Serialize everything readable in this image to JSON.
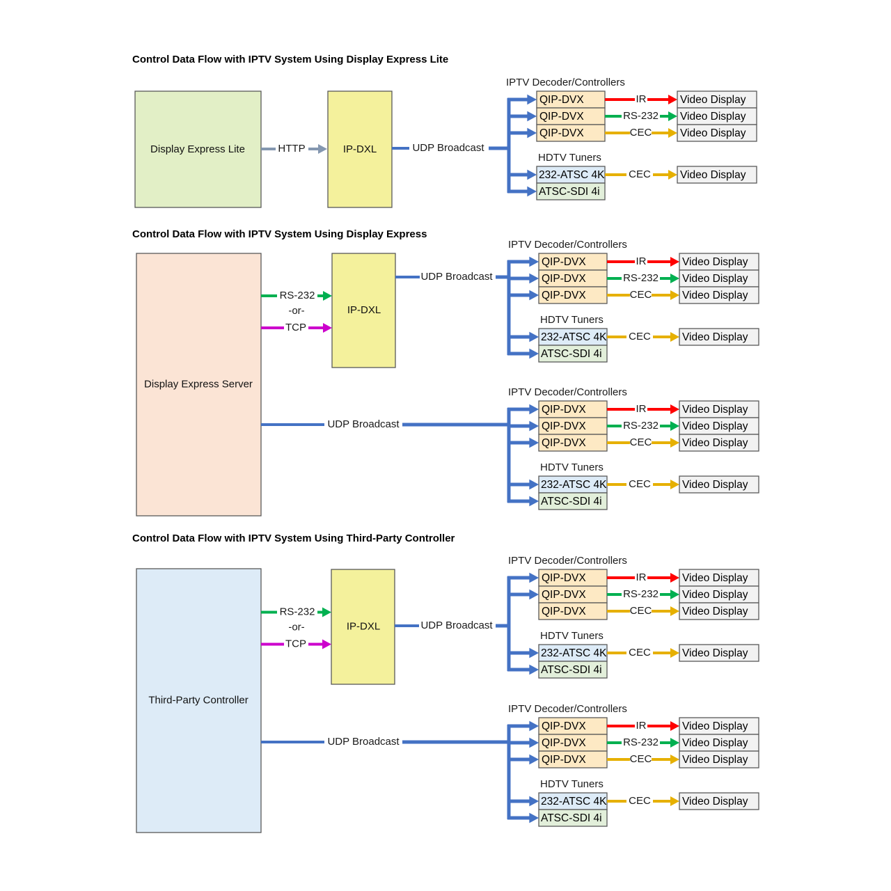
{
  "colors": {
    "udp": "#4472C4",
    "http": "#8497B0",
    "ir": "#FF0000",
    "rs232": "#00B050",
    "cec": "#E6B000",
    "tcp": "#CC00CC",
    "border": "#595959",
    "ipdxl_fill": "#F4F19C",
    "qip_fill": "#FDE9C4",
    "atsc4k_fill": "#DDEBF7",
    "atscsdi_fill": "#E2EFDA",
    "display_fill": "#F2F2F2",
    "lite_fill": "#E2EFC6",
    "server_fill": "#FBE4D5",
    "thirdparty_fill": "#DDEBF7"
  },
  "common": {
    "decoder_group_label": "IPTV Decoder/Controllers",
    "tuner_group_label": "HDTV Tuners",
    "decoder_name": "QIP-DVX",
    "tuner_4k": "232-ATSC 4K",
    "tuner_sdi": "ATSC-SDI 4i",
    "display_name": "Video Display",
    "ir_label": "IR",
    "rs232_label": "RS-232",
    "cec_label": "CEC",
    "udp_label": "UDP Broadcast",
    "or_label": "-or-",
    "tcp_label": "TCP",
    "http_label": "HTTP",
    "ipdxl_label": "IP-DXL"
  },
  "sections": [
    {
      "title": "Control Data Flow with IPTV System Using Display Express Lite",
      "source_label": "Display Express Lite",
      "source_link": "HTTP",
      "has_direct_udp": false
    },
    {
      "title": "Control Data Flow with IPTV System Using Display Express",
      "source_label": "Display Express Server",
      "source_link": "RS-232 -or- TCP",
      "has_direct_udp": true
    },
    {
      "title": "Control Data Flow with IPTV System Using Third-Party Controller",
      "source_label": "Third-Party Controller",
      "source_link": "RS-232 -or- TCP",
      "has_direct_udp": true
    }
  ],
  "decoder_outputs": [
    {
      "protocol": "IR",
      "target": "Video Display"
    },
    {
      "protocol": "RS-232",
      "target": "Video Display"
    },
    {
      "protocol": "CEC",
      "target": "Video Display"
    }
  ],
  "tuner_outputs": [
    {
      "tuner": "232-ATSC 4K",
      "protocol": "CEC",
      "target": "Video Display"
    },
    {
      "tuner": "ATSC-SDI 4i",
      "protocol": null,
      "target": null
    }
  ]
}
